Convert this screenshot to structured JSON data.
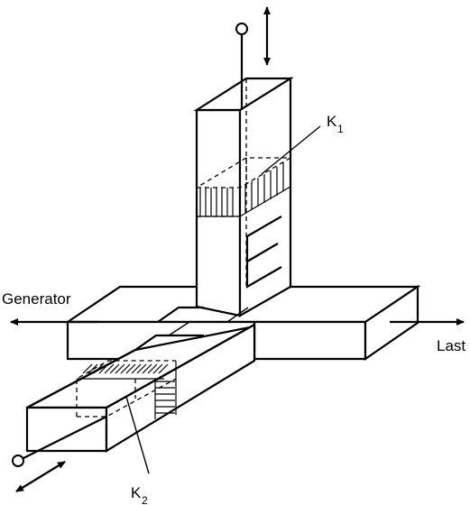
{
  "labels": {
    "generator": "Generator",
    "last": "Last",
    "k1": {
      "main": "K",
      "sub": "1"
    },
    "k2": {
      "main": "K",
      "sub": "2"
    },
    "e_plane": "E"
  }
}
